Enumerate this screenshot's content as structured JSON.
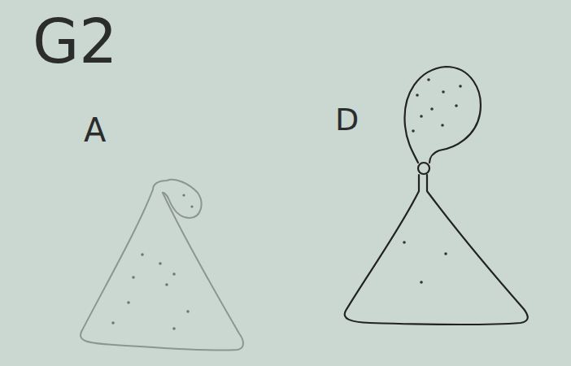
{
  "diagram": {
    "labels": [
      "G2",
      "A",
      "D"
    ]
  }
}
